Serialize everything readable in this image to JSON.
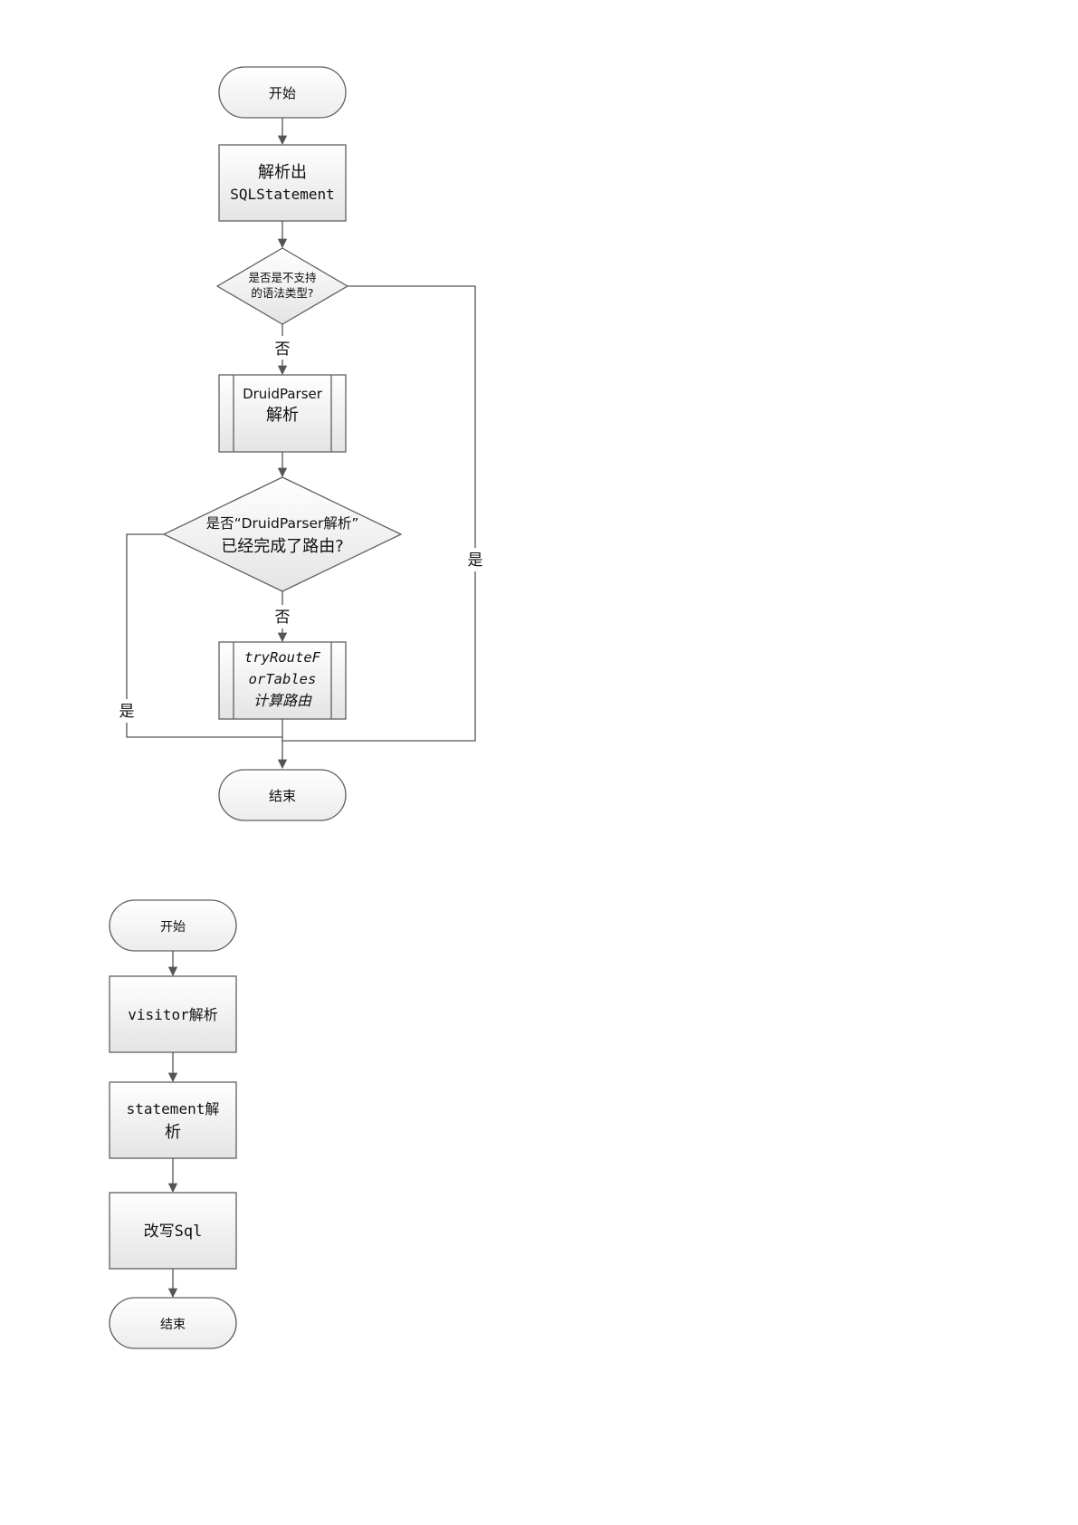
{
  "flowchart_1": {
    "start": "开始",
    "parse_statement": [
      "解析出",
      "SQLStatement"
    ],
    "decision_unsupported": [
      "是否是不支持",
      "的语法类型?"
    ],
    "druid_parser": [
      "DruidParser",
      "解析"
    ],
    "decision_routed": [
      "是否“DruidParser解析”",
      "已经完成了路由?"
    ],
    "try_route": [
      "tryRouteF",
      "orTables",
      "计算路由"
    ],
    "end": "结束",
    "label_no_1": "否",
    "label_no_2": "否",
    "label_yes_right": "是",
    "label_yes_left": "是"
  },
  "flowchart_2": {
    "start": "开始",
    "visitor_parse": "visitor解析",
    "statement_parse": [
      "statement解",
      "析"
    ],
    "rewrite_sql": "改写Sql",
    "end": "结束"
  }
}
